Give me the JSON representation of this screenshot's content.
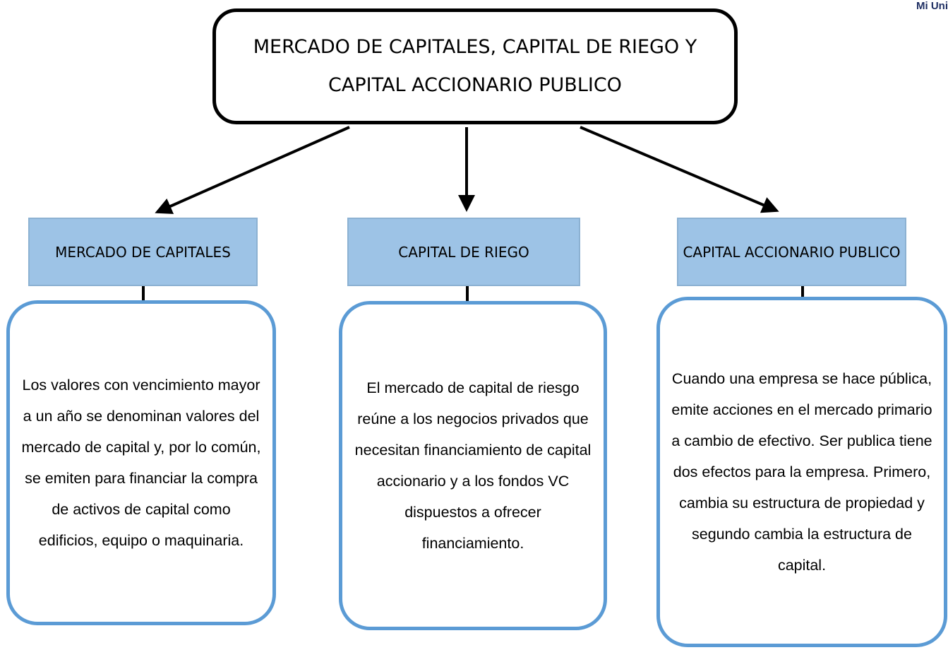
{
  "corner_text": "Mi Uni",
  "diagram": {
    "title": "MERCADO DE CAPITALES, CAPITAL DE RIEGO Y CAPITAL ACCIONARIO PUBLICO",
    "branches": [
      {
        "heading": "MERCADO DE CAPITALES",
        "text": "Los valores con vencimiento mayor a un año se denominan valores del mercado de capital y, por lo común, se emiten para financiar la compra de activos de capital como edificios, equipo o maquinaria."
      },
      {
        "heading": "CAPITAL DE RIEGO",
        "text": "El mercado de capital de riesgo reúne a los negocios privados que necesitan financiamiento de capital accionario y a los fondos VC dispuestos a ofrecer financiamiento."
      },
      {
        "heading": "CAPITAL ACCIONARIO PUBLICO",
        "text": "Cuando una empresa se hace pública, emite acciones en el mercado primario a cambio de efectivo. Ser publica tiene dos efectos para la empresa. Primero, cambia su estructura de propiedad y segundo cambia la estructura de capital."
      }
    ]
  },
  "colors": {
    "heading_fill": "#9dc3e6",
    "description_border": "#5b9bd5",
    "title_border": "#000000",
    "connector": "#000000"
  }
}
